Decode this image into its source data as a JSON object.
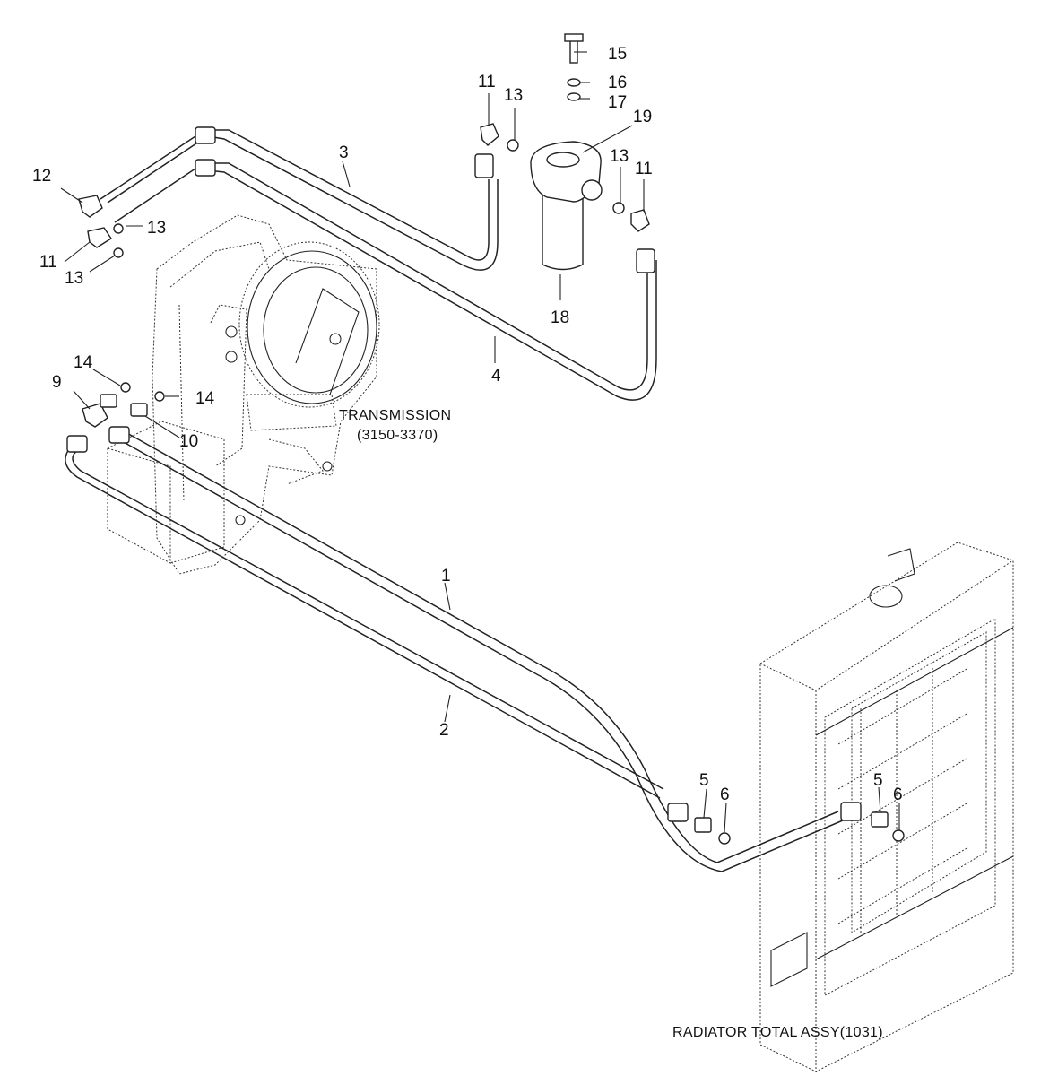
{
  "diagram": {
    "callouts": [
      "1",
      "2",
      "3",
      "4",
      "5",
      "6",
      "9",
      "10",
      "11",
      "12",
      "13",
      "14",
      "15",
      "16",
      "17",
      "18",
      "19"
    ],
    "assemblies": {
      "transmission_name": "TRANSMISSION",
      "transmission_code": "(3150-3370)",
      "radiator_name": "RADIATOR TOTAL ASSY(1031)"
    }
  }
}
